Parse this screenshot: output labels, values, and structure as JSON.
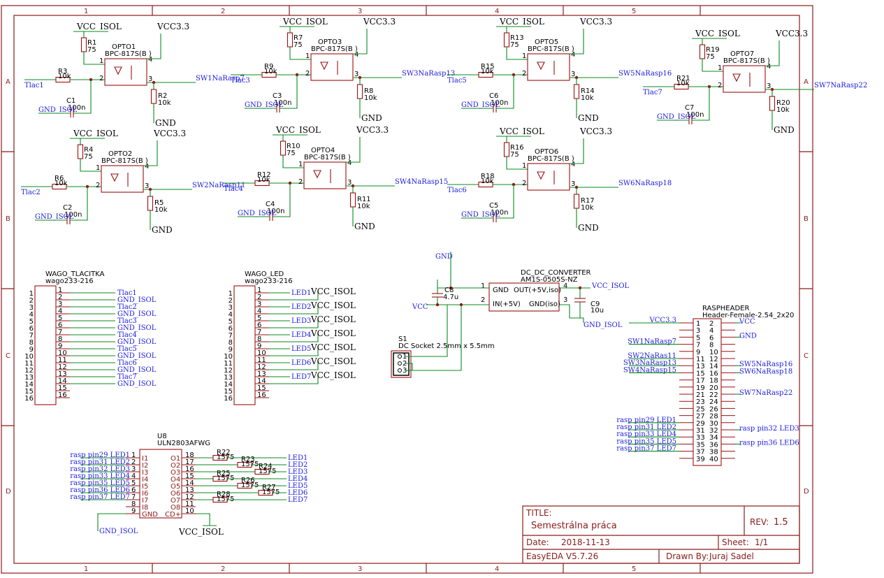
{
  "frame": {
    "col_labels": [
      "1",
      "2",
      "3",
      "4",
      "5"
    ],
    "row_labels": [
      "A",
      "B",
      "C",
      "D"
    ]
  },
  "title_block": {
    "title_label": "TITLE:",
    "title": "Semestrálna práca",
    "rev_label": "REV:",
    "rev": "1.5",
    "date_label": "Date:",
    "date": "2018-11-13",
    "sheet_label": "Sheet:",
    "sheet": "1/1",
    "tool": "EasyEDA V5.7.26",
    "drawn_label": "Drawn By:",
    "drawn_by": "Juraj Sadel"
  },
  "opto_blocks": [
    {
      "opto": "OPTO1",
      "rin": "R1",
      "rin_val": "75",
      "rs": "R3",
      "rs_val": "10k",
      "rp": "R2",
      "rp_val": "10k",
      "cap": "C1",
      "cap_val": "100n",
      "tlac": "Tlac1",
      "sw": "SW1NaRasp7"
    },
    {
      "opto": "OPTO2",
      "rin": "R4",
      "rin_val": "75",
      "rs": "R6",
      "rs_val": "10k",
      "rp": "R5",
      "rp_val": "10k",
      "cap": "C2",
      "cap_val": "100n",
      "tlac": "Tlac2",
      "sw": "SW2NaRasp11"
    },
    {
      "opto": "OPTO3",
      "rin": "R7",
      "rin_val": "75",
      "rs": "R9",
      "rs_val": "10k",
      "rp": "R8",
      "rp_val": "10k",
      "cap": "C3",
      "cap_val": "100n",
      "tlac": "Tlac3",
      "sw": "SW3NaRasp13"
    },
    {
      "opto": "OPTO4",
      "rin": "R10",
      "rin_val": "75",
      "rs": "R12",
      "rs_val": "10k",
      "rp": "R11",
      "rp_val": "10k",
      "cap": "C4",
      "cap_val": "100n",
      "tlac": "Tlac4",
      "sw": "SW4NaRasp15"
    },
    {
      "opto": "OPTO5",
      "rin": "R13",
      "rin_val": "75",
      "rs": "R15",
      "rs_val": "10k",
      "rp": "R14",
      "rp_val": "10k",
      "cap": "C6",
      "cap_val": "100n",
      "tlac": "Tlac5",
      "sw": "SW5NaRasp16"
    },
    {
      "opto": "OPTO6",
      "rin": "R16",
      "rin_val": "75",
      "rs": "R18",
      "rs_val": "10k",
      "rp": "R17",
      "rp_val": "10k",
      "cap": "C5",
      "cap_val": "100n",
      "tlac": "Tlac6",
      "sw": "SW6NaRasp18"
    },
    {
      "opto": "OPTO7",
      "rin": "R19",
      "rin_val": "75",
      "rs": "R21",
      "rs_val": "10k",
      "rp": "R20",
      "rp_val": "10k",
      "cap": "C7",
      "cap_val": "100n",
      "tlac": "Tlac7",
      "sw": "SW7NaRasp22"
    }
  ],
  "opto_common": {
    "part": "BPC-817S(B )",
    "vcc_isol": "VCC_ISOL",
    "vcc33": "VCC3.3",
    "gnd": "GND",
    "gnd_isol": "GND_ISOL"
  },
  "wago_tlacitka": {
    "name": "WAGO_TLACITKA",
    "part": "wago233-216",
    "pins": [
      "1",
      "2",
      "3",
      "4",
      "5",
      "6",
      "7",
      "8",
      "9",
      "10",
      "11",
      "12",
      "13",
      "14",
      "15",
      "16"
    ],
    "nets": [
      "Tlac1",
      "GND_ISOL",
      "Tlac2",
      "GND_ISOL",
      "Tlac3",
      "GND_ISOL",
      "Tlac4",
      "GND_ISOL",
      "Tlac5",
      "GND_ISOL",
      "Tlac6",
      "GND_ISOL",
      "Tlac7",
      "GND_ISOL"
    ]
  },
  "wago_led": {
    "name": "WAGO_LED",
    "part": "wago233-216",
    "pins": [
      "1",
      "2",
      "3",
      "4",
      "5",
      "6",
      "7",
      "8",
      "9",
      "10",
      "11",
      "12",
      "13",
      "14",
      "15",
      "16"
    ],
    "leds": [
      "LED1",
      "LED2",
      "LED3",
      "LED4",
      "LED5",
      "LED6",
      "LED7"
    ],
    "vcc": "VCC_ISOL"
  },
  "dcdc": {
    "name": "DC_DC_CONVERTER",
    "part": "AM1S-0505S-NZ",
    "pin_gnd": "GND",
    "pin_out": "OUT(+5V,iso)",
    "pin_in": "IN(+5V)",
    "pin_gndiso": "GND(iso)",
    "n1": "1",
    "n2": "2",
    "n3": "3",
    "n4": "4",
    "c8": "C8",
    "c8_val": "4.7u",
    "c9": "C9",
    "c9_val": "10u",
    "gnd": "GND",
    "vcc": "VCC",
    "vcc_isol": "VCC_ISOL",
    "gnd_isol": "GND_ISOL"
  },
  "socket": {
    "name": "S1",
    "part": "DC Socket 2.5mm x 5.5mm",
    "pins": [
      "1",
      "2",
      "3"
    ]
  },
  "rasp": {
    "name": "RASPHEADER",
    "part": "Header-Female-2.54_2x20",
    "left_pins": [
      "1",
      "3",
      "5",
      "7",
      "9",
      "11",
      "13",
      "15",
      "17",
      "19",
      "21",
      "23",
      "25",
      "27",
      "29",
      "31",
      "33",
      "35",
      "37",
      "39"
    ],
    "right_pins": [
      "2",
      "4",
      "6",
      "8",
      "10",
      "12",
      "14",
      "16",
      "18",
      "20",
      "22",
      "24",
      "26",
      "28",
      "30",
      "32",
      "34",
      "36",
      "38",
      "40"
    ],
    "left_nets": [
      {
        "row": 0,
        "label": "VCC3.3"
      },
      {
        "row": 3,
        "label": "SW1NaRasp7"
      },
      {
        "row": 5,
        "label": "SW2NaRas11"
      },
      {
        "row": 6,
        "label": "SW3NaRasp13"
      },
      {
        "row": 7,
        "label": "SW4NaRasp15"
      },
      {
        "row": 14,
        "label": "rasp pin29 LED1"
      },
      {
        "row": 15,
        "label": "rasp pin31 LED2"
      },
      {
        "row": 16,
        "label": "rasp pin33 LED4"
      },
      {
        "row": 17,
        "label": "rasp pin35 LED5"
      },
      {
        "row": 18,
        "label": "rasp pin37 LED7"
      }
    ],
    "right_nets": [
      {
        "row": 0,
        "label": "VCC"
      },
      {
        "row": 2,
        "label": "GND"
      },
      {
        "row": 6,
        "label": "SW5NaRasp16"
      },
      {
        "row": 7,
        "label": "SW6NaRasp18"
      },
      {
        "row": 10,
        "label": "SW7NaRasp22"
      },
      {
        "row": 15,
        "label": "rasp pin32 LED3"
      },
      {
        "row": 17,
        "label": "rasp pin36 LED6"
      }
    ]
  },
  "uln": {
    "name": "U8",
    "part": "ULN2803AFWG",
    "inputs": [
      "I1",
      "I2",
      "I3",
      "I4",
      "I5",
      "I6",
      "I7",
      "I8"
    ],
    "in_nums": [
      "1",
      "2",
      "3",
      "4",
      "5",
      "6",
      "7",
      "8"
    ],
    "outputs": [
      "O1",
      "O2",
      "O3",
      "O4",
      "O5",
      "O6",
      "O7",
      "O8"
    ],
    "out_nums": [
      "18",
      "17",
      "16",
      "15",
      "14",
      "13",
      "12",
      "11"
    ],
    "gnd_pin": "GND",
    "gnd_num": "9",
    "cd_pin": "CD+",
    "cd_num": "10",
    "in_nets": [
      "rasp pin29 LED1",
      "rasp pin31 LED2",
      "rasp pin32 LED3",
      "rasp pin33 LED4",
      "rasp pin35 LED5",
      "rasp pin36 LED6",
      "rasp pin37 LED7"
    ],
    "out_nets": [
      "LED1",
      "LED2",
      "LED3",
      "LED4",
      "LED5",
      "LED6",
      "LED7"
    ],
    "resistors": [
      "R22",
      "R23",
      "R24",
      "R25",
      "R26",
      "R27",
      "R28"
    ],
    "res_val": "1575",
    "gnd_isol": "GND_ISOL",
    "vcc_isol": "VCC_ISOL"
  }
}
